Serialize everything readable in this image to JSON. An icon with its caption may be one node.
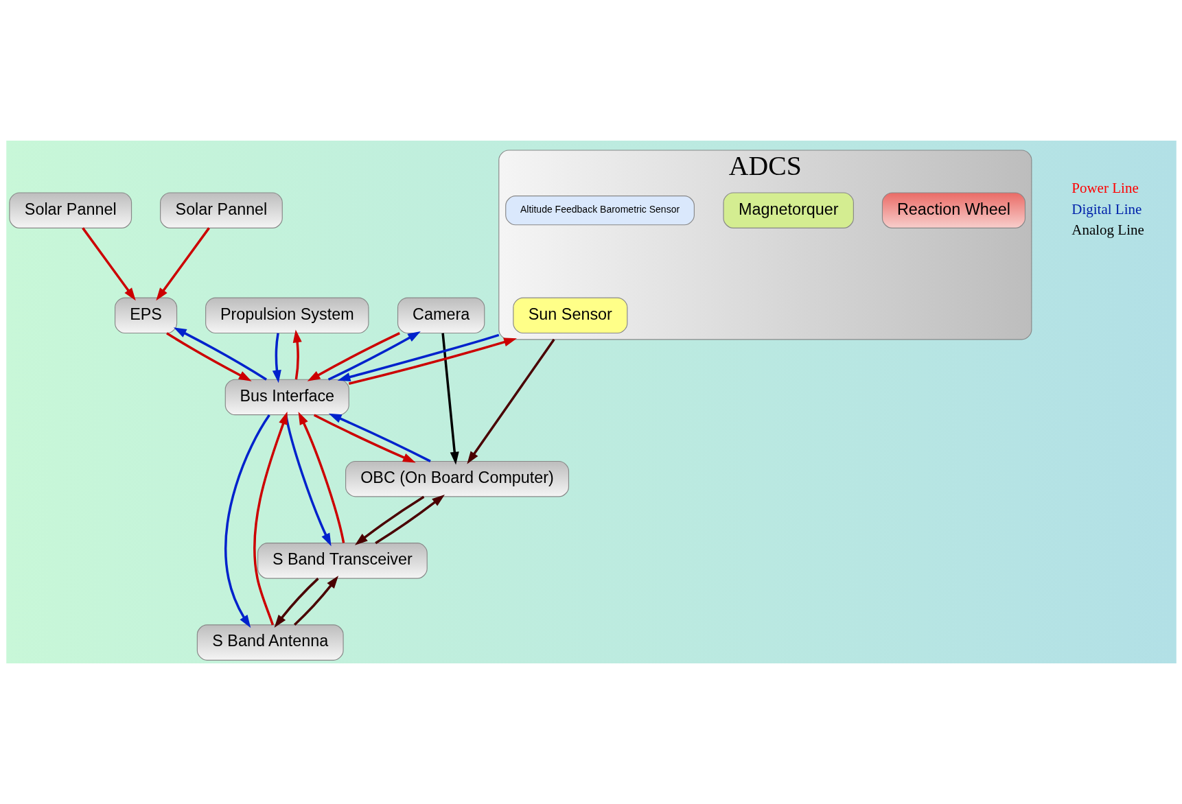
{
  "diagram": {
    "nodes": [
      {
        "text": [
          "Solar Pannel"
        ]
      },
      {
        "text": [
          "Solar Pannel"
        ]
      },
      {
        "text": [
          "EPS"
        ]
      },
      {
        "text": [
          "Propulsion System"
        ]
      },
      {
        "text": [
          "Camera"
        ]
      },
      {
        "text": [
          "ADCS"
        ]
      },
      {
        "text": [
          "Sun Sensor"
        ],
        "in": 5
      },
      {
        "text": [
          "Reaction Wheel"
        ],
        "in": 5
      },
      {
        "text": [
          "Magnetorquer"
        ],
        "in": 5
      },
      {
        "text": [
          "Altitude Feedback Barometric Sensor"
        ],
        "in": 5
      },
      {
        "text": [
          "Bus Interface"
        ]
      },
      {
        "text": [
          "OBC (On Board Computer)"
        ]
      },
      {
        "text": [
          "S Band Transceiver"
        ]
      },
      {
        "text": [
          "S Band Antenna"
        ]
      }
    ],
    "edges": [
      {
        "from": 0,
        "to": 2,
        "arrow": "to"
      },
      {
        "from": 1,
        "to": 2,
        "arrow": "to"
      },
      {
        "from": 2,
        "to": 10,
        "arrow": "to"
      },
      {
        "from": 10,
        "to": 2,
        "arrow": "to",
        "color": "#0022cc"
      },
      {
        "from": 3,
        "to": 10,
        "arrow": "to",
        "color": "#0022cc"
      },
      {
        "from": 10,
        "to": 3,
        "arrow": "to"
      },
      {
        "from": 10,
        "to": 4,
        "arrow": "to",
        "color": "#0022cc"
      },
      {
        "from": 4,
        "to": 10,
        "arrow": "to"
      },
      {
        "from": 5,
        "to": 10,
        "arrow": "to",
        "color": "#0022cc"
      },
      {
        "from": 10,
        "to": 5,
        "arrow": "to"
      },
      {
        "from": 11,
        "to": 10,
        "arrow": "to",
        "color": "#0022cc"
      },
      {
        "from": 10,
        "to": 11,
        "arrow": "to"
      },
      {
        "from": 10,
        "to": 12,
        "arrow": "to",
        "color": "#0022cc"
      },
      {
        "from": 12,
        "to": 10,
        "arrow": "to"
      },
      {
        "from": 10,
        "to": 13,
        "arrow": "to",
        "color": "#0022cc"
      },
      {
        "from": 13,
        "to": 10,
        "arrow": "to"
      },
      {
        "from": 5,
        "to": 11,
        "arrow": "to",
        "color": "#4a0000"
      },
      {
        "from": 12,
        "to": 11,
        "arrow": "to",
        "color": "#4a0000"
      },
      {
        "from": 11,
        "to": 12,
        "arrow": "to",
        "color": "#4a0000"
      },
      {
        "from": 12,
        "to": 13,
        "arrow": "to",
        "color": "#4a0000"
      },
      {
        "from": 13,
        "to": 12,
        "arrow": "to",
        "color": "#4a0000"
      },
      {
        "from": 4,
        "to": 11,
        "arrow": "to",
        "color": "#000000"
      }
    ],
    "legend": [
      {
        "text": "Power Line",
        "color": "#ff0000"
      },
      {
        "text": "Digital Line",
        "color": "#0022aa"
      },
      {
        "text": "Analog Line",
        "color": "#000000"
      }
    ]
  }
}
